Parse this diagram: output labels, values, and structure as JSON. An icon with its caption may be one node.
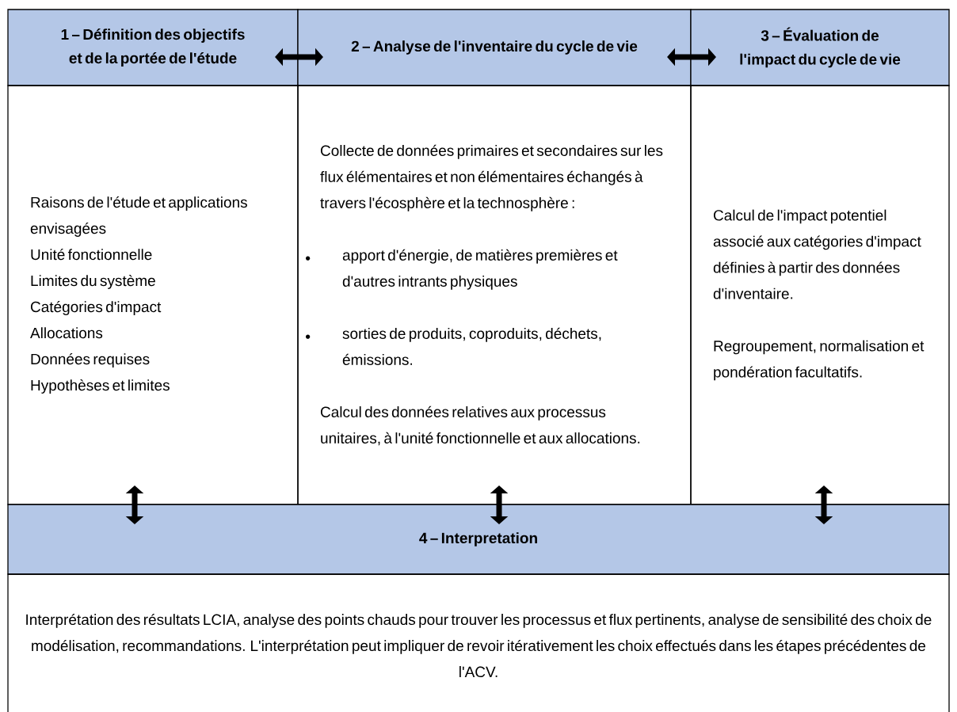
{
  "diagram": {
    "nodes": [
      {
        "text": [
          "1 – Définition des objectifs et de la portée de l'étude"
        ]
      },
      {
        "text": [
          "Raisons de l'étude et applications envisagées",
          "Unité fonctionnelle",
          "Limites du système",
          "Catégories d'impact",
          "Allocations",
          "Données requises",
          "Hypothèses et limites"
        ]
      },
      {
        "text": [
          "2 – Analyse de l'inventaire du cycle de vie"
        ]
      },
      {
        "text": [
          "Collecte de données primaires et secondaires sur les flux élémentaires et non élémentaires échangés à travers l'écosphère et la technosphère :",
          "apport d'énergie, de matières premières et d'autres intrants physiques",
          "sorties de produits, coproduits, déchets, émissions.",
          "Calcul des données relatives aux processus unitaires, à l'unité fonctionnelle et aux allocations."
        ]
      },
      {
        "text": [
          "3 – Évaluation de l'impact du cycle de vie"
        ]
      },
      {
        "text": [
          "Calcul de l'impact potentiel associé aux catégories d'impact définies à partir des données d'inventaire.",
          "Regroupement, normalisation et pondération facultatifs."
        ]
      },
      {
        "text": [
          "4 – Interpretation"
        ]
      },
      {
        "text": [
          "Interprétation des résultats LCIA, analyse des points chauds pour trouver les processus et flux pertinents, analyse de sensibilité des choix de modélisation, recommandations. L'interprétation peut impliquer de revoir itérativement les choix effectués dans les étapes précédentes de l'ACV."
        ]
      }
    ],
    "edges": [
      {
        "from": 0,
        "to": 2,
        "arrow": "both"
      },
      {
        "from": 2,
        "to": 4,
        "arrow": "both"
      },
      {
        "from": 1,
        "to": 6,
        "arrow": "both"
      },
      {
        "from": 3,
        "to": 6,
        "arrow": "both"
      },
      {
        "from": 5,
        "to": 6,
        "arrow": "both"
      }
    ]
  }
}
